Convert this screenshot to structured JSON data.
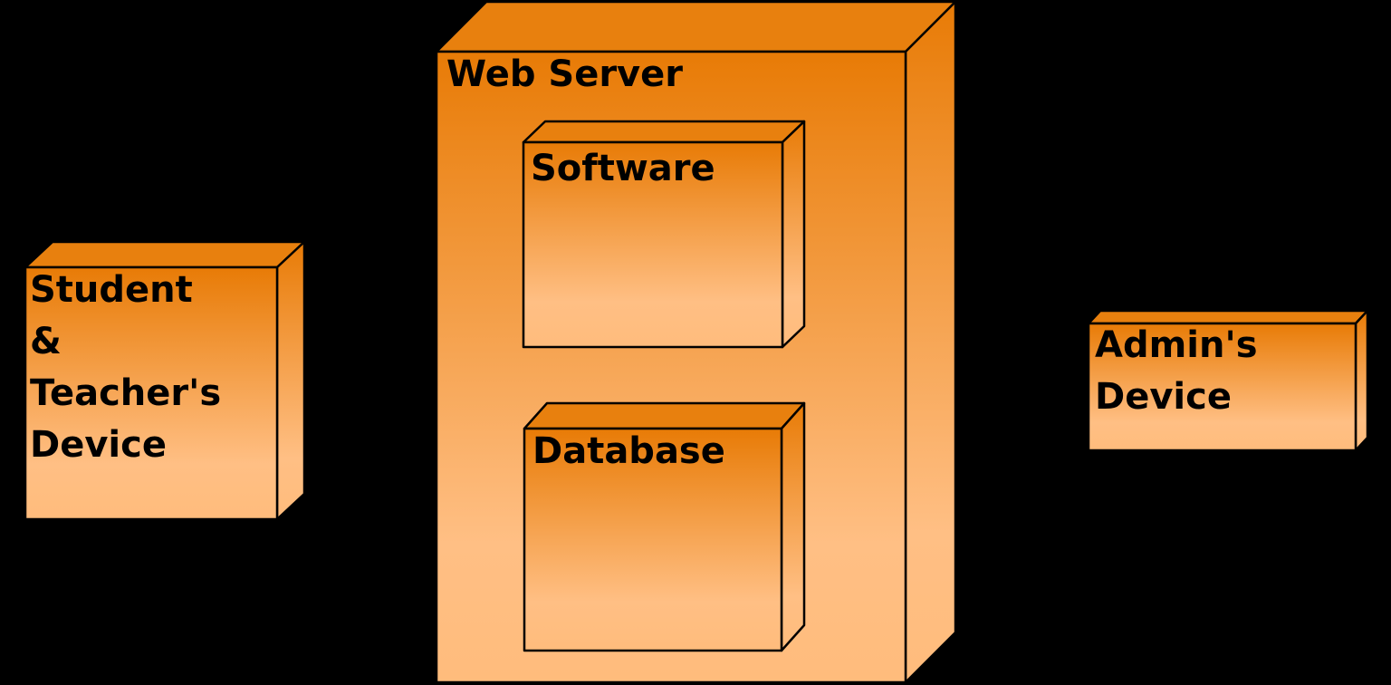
{
  "diagram": {
    "type": "deployment-diagram",
    "colors": {
      "background": "#000000",
      "top_face": "#E8800E",
      "gradient_top": "#E87B06",
      "gradient_light": "#FFBF84",
      "gradient_bottom": "#FFBC7C",
      "outline": "#000000",
      "text": "#000000"
    },
    "nodes": {
      "student_device": {
        "lines": [
          "Student",
          "&",
          "Teacher's",
          "Device"
        ]
      },
      "web_server": {
        "label": "Web Server"
      },
      "software": {
        "label": "Software"
      },
      "database": {
        "label": "Database"
      },
      "admin_device": {
        "lines": [
          "Admin's",
          "Device"
        ]
      }
    }
  }
}
